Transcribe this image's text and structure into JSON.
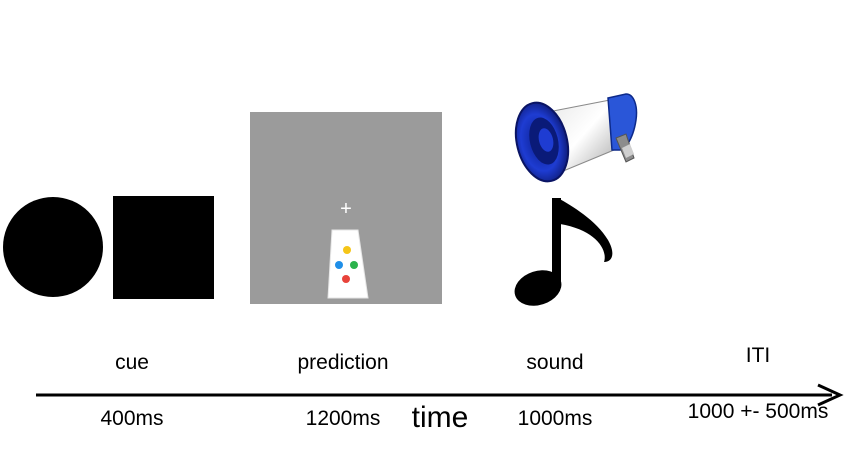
{
  "stages": [
    {
      "id": "cue",
      "name": "cue",
      "duration": "400ms"
    },
    {
      "id": "prediction",
      "name": "prediction",
      "duration": "1200ms"
    },
    {
      "id": "sound",
      "name": "sound",
      "duration": "1000ms"
    },
    {
      "id": "iti",
      "name": "ITI",
      "duration": "1000 +- 500ms"
    }
  ],
  "prediction_screen": {
    "fixation": "+",
    "background_color": "#9b9b9b",
    "button_colors": [
      "#f5c518",
      "#1f8fe8",
      "#2bb24c",
      "#e8433a"
    ]
  },
  "icons": [
    "megaphone-icon",
    "music-note-icon"
  ],
  "axis": {
    "label": "time"
  }
}
